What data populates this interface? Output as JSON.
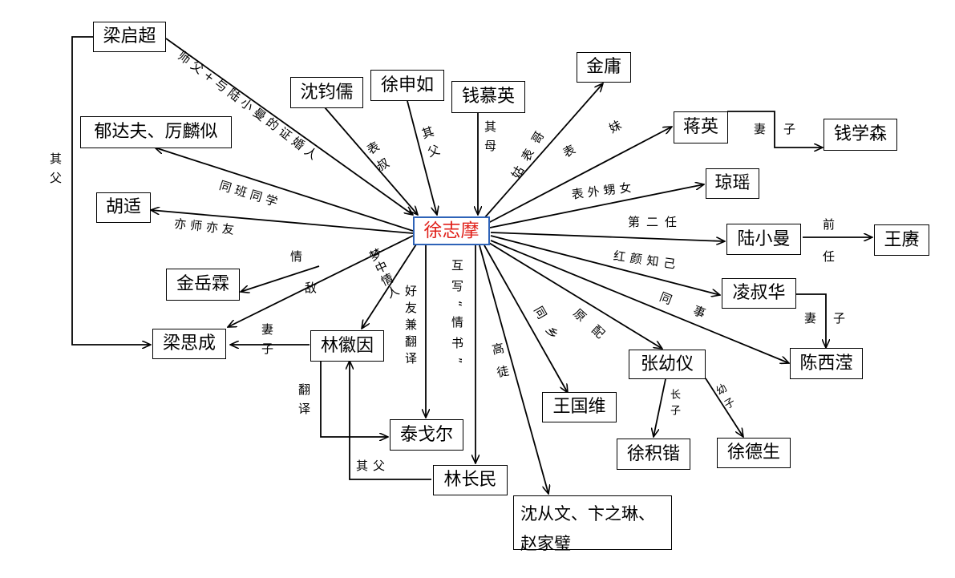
{
  "nodes": {
    "center": "徐志摩",
    "liang_qichao": "梁启超",
    "yu_dafu": "郁达夫、厉麟似",
    "hu_shi": "胡适",
    "jin_yuelin": "金岳霖",
    "liang_sicheng": "梁思成",
    "shen_junru": "沈钧儒",
    "xu_shenru": "徐申如",
    "qian_muying": "钱慕英",
    "jin_yong": "金庸",
    "jiang_ying": "蒋英",
    "qian_xuesen": "钱学森",
    "qiong_yao": "琼瑶",
    "lu_xiaoman": "陆小曼",
    "wang_geng": "王赓",
    "ling_shuhua": "凌叔华",
    "chen_xiying": "陈西滢",
    "zhang_youyi": "张幼仪",
    "xu_jikai": "徐积锴",
    "xu_desheng": "徐德生",
    "wang_guowei": "王国维",
    "lin_huiyin": "林徽因",
    "tagore": "泰戈尔",
    "lin_changmin": "林长民",
    "shen_congwen": "沈从文、卞之琳、\n赵家璧"
  },
  "labels": {
    "liang_qichao_edge": "师父+与陆小曼的证婚人",
    "yu_dafu_edge": "同班同学",
    "hu_shi_edge": "亦师亦友",
    "jin_yuelin_edge": "情敌",
    "liang_sicheng_father": "其父",
    "liang_sicheng_wife": "妻子",
    "shen_junru_edge": "表叔",
    "xu_shenru_edge": "其父",
    "qian_muying_edge": "其母",
    "jin_yong_edge": "姑表哥",
    "jiang_ying_edge": "表妹",
    "jiang_ying_wife": "妻子",
    "qiong_yao_edge": "表外甥女",
    "lu_xiaoman_edge": "第二任",
    "wang_geng_edge": "前任",
    "ling_shuhua_edge": "红颜知己",
    "chen_xiying_edge": "同事",
    "chen_xiying_wife": "妻子",
    "zhang_youyi_edge": "原配",
    "wang_guowei_edge": "同乡",
    "xu_jikai_edge": "长子",
    "xu_desheng_edge": "幼子",
    "lin_huiyin_edge": "梦中情人",
    "tagore_edge": "好友兼翻译",
    "lin_changmin_edge": "互写“情书”",
    "shen_congwen_edge": "高徒",
    "lin_huiyin_translate": "翻译",
    "lin_huiyin_father": "其父"
  }
}
